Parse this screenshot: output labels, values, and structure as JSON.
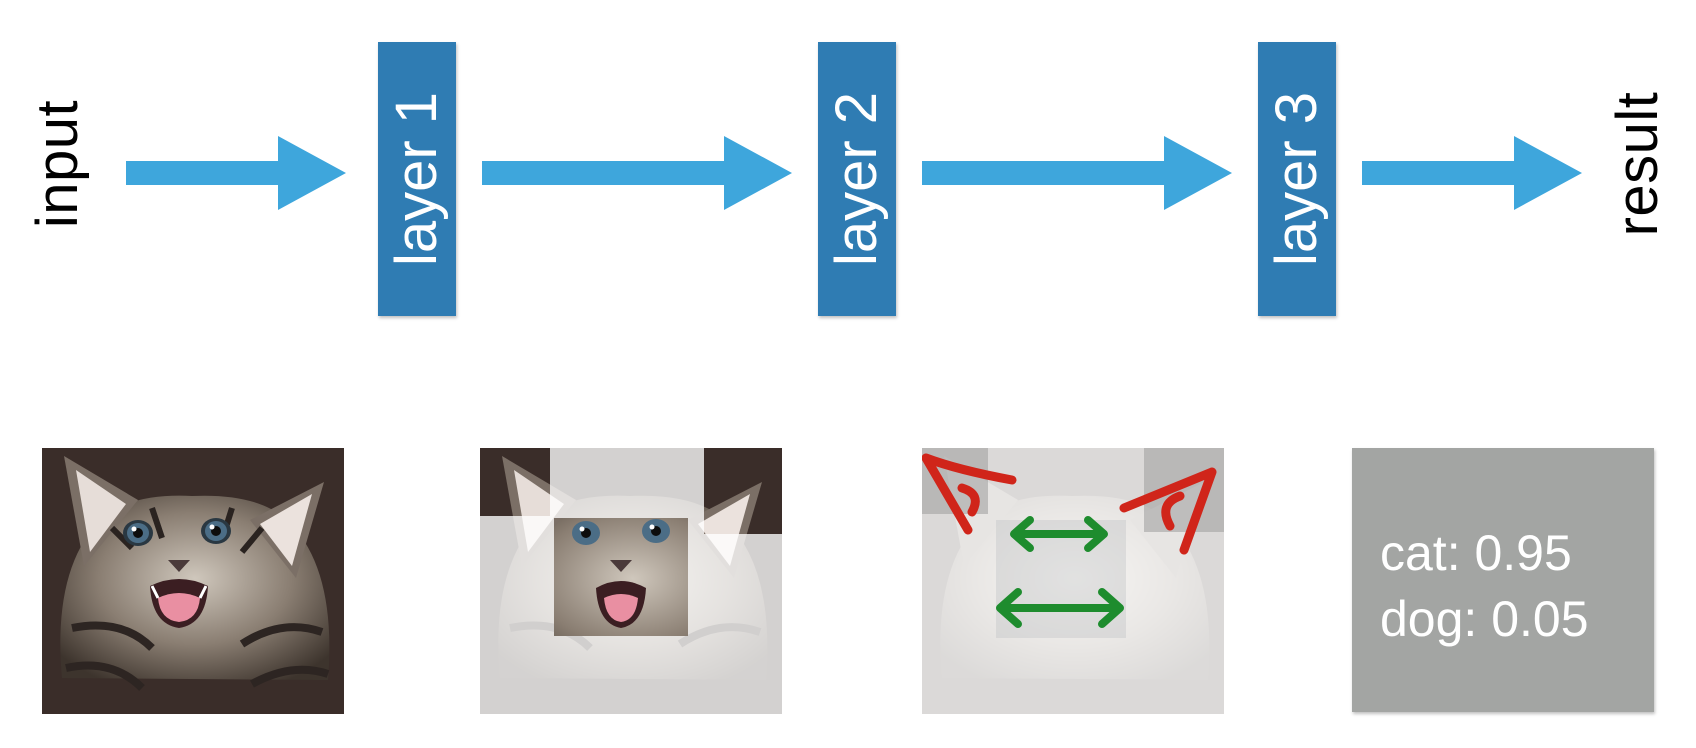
{
  "pipeline": {
    "input_label": "input",
    "result_label": "result",
    "layers": [
      {
        "label": "layer 1"
      },
      {
        "label": "layer 2"
      },
      {
        "label": "layer 3"
      }
    ]
  },
  "images": {
    "input_icon": "kitten-photo",
    "layer2_icon": "kitten-photo-faded-with-eyes-mouth-highlighted",
    "layer3_icon": "kitten-photo-faded-with-ear-and-feature-arrows"
  },
  "result": {
    "scores": [
      {
        "text": "cat: 0.95"
      },
      {
        "text": "dog: 0.05"
      }
    ]
  },
  "colors": {
    "arrow": "#3ea6dc",
    "layer_box": "#2f7cb3",
    "result_box": "#a3a5a3",
    "ear_marks": "#d0251a",
    "feature_arrows": "#1e8c2e"
  }
}
